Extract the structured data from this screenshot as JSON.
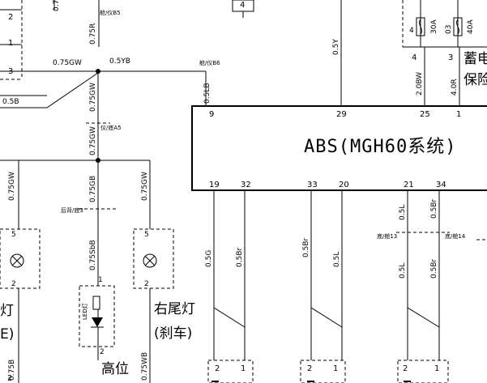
{
  "module": {
    "title": "ABS(MGH60系统)",
    "pins_top": [
      "9",
      "29",
      "25",
      "1"
    ],
    "pins_bottom": [
      "19",
      "32",
      "33",
      "20",
      "21",
      "34"
    ]
  },
  "wire_labels": {
    "w_075GW_main": "0.75GW",
    "w_05YB": "0.5YB",
    "w_05B": "0.5B",
    "w_075R": "0.75R",
    "w_075GW_v1": "0.75GW",
    "w_075GW_v2": "0.75GW",
    "w_075GW_left": "0.75GW",
    "w_075GB": "0.75GB",
    "w_075GW_right": "0.75GW",
    "w_075SbB": "0.75SbB",
    "w_075B_bottom": "0.75B",
    "w_075WB": "0.75WB",
    "w_05LB": "0.5LB",
    "w_05Y": "0.5Y",
    "w_20BW": "2.0BW",
    "w_40R": "4.0R",
    "w_05G": "0.5G",
    "w_05Br_32": "0.5Br",
    "w_05Br_33": "0.5Br",
    "w_05L_20": "0.5L",
    "w_05L_21a": "0.5L",
    "w_05Br_34a": "0.5Br",
    "w_05L_21b": "0.5L",
    "w_05Br_34b": "0.5Br"
  },
  "connectors": {
    "c_cab_bs": "舱/仪B5",
    "c_cab_b6": "舱/仪B6",
    "c_inst_a5": "仪/底A5",
    "c_rear_back3": "后背/底3",
    "c_bottom_cab13": "底/舱13",
    "c_bottom_cab14": "底/舱14"
  },
  "fuses": {
    "f1_num": "4",
    "f1_amp": "30A",
    "f2_num": "03",
    "f2_amp": "40A",
    "f_pin_4": "4",
    "f_pin_3": "3"
  },
  "pins": {
    "left_2": "2",
    "left_1": "1",
    "left_3": "3",
    "relay_4": "4",
    "lamp_l_5": "5",
    "lamp_l_2": "2",
    "lamp_r_5": "5",
    "lamp_r_2": "2",
    "led_1": "1",
    "led_2": "2",
    "conn_a_2": "2",
    "conn_a_1": "1",
    "conn_b_2": "2",
    "conn_b_1": "1",
    "conn_c_2": "2",
    "conn_c_1": "1"
  },
  "labels": {
    "battery_line1": "蓄电",
    "battery_line2": "保险",
    "right_tail_line1": "右尾灯",
    "right_tail_line2": "(刹车)",
    "left_tail_line1": "灯",
    "left_tail_line2": "E)",
    "high_mount": "高位",
    "led_text": "LED灯"
  }
}
